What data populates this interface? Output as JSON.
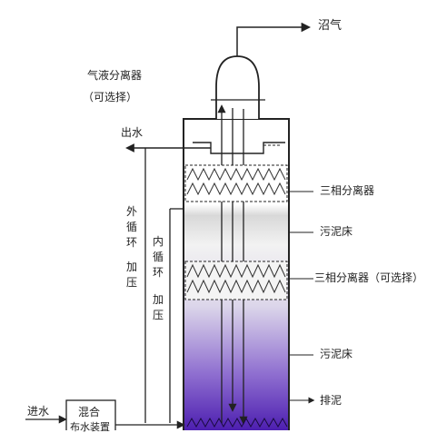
{
  "labels": {
    "biogas": "沼气",
    "gas_separator": "气液分离器",
    "gas_separator_optional": "（可选择）",
    "outlet_water": "出水",
    "three_phase_separator": "三相分离器",
    "sludge_bed_upper": "污泥床",
    "three_phase_separator_optional": "三相分离器（可选择）",
    "sludge_bed_lower": "污泥床",
    "sludge_discharge": "排泥",
    "inlet_water": "进水",
    "mixer": "混合",
    "mixer_line2": "布水装置",
    "external_circulation": "外循环",
    "external_pressure": "加压",
    "internal_circulation": "内循环",
    "internal_pressure": "加压"
  },
  "colors": {
    "line": "#222222",
    "sludge_top": "#ffffff",
    "sludge_mid": "#cfc8e0",
    "sludge_bottom": "#5b2bb8"
  }
}
